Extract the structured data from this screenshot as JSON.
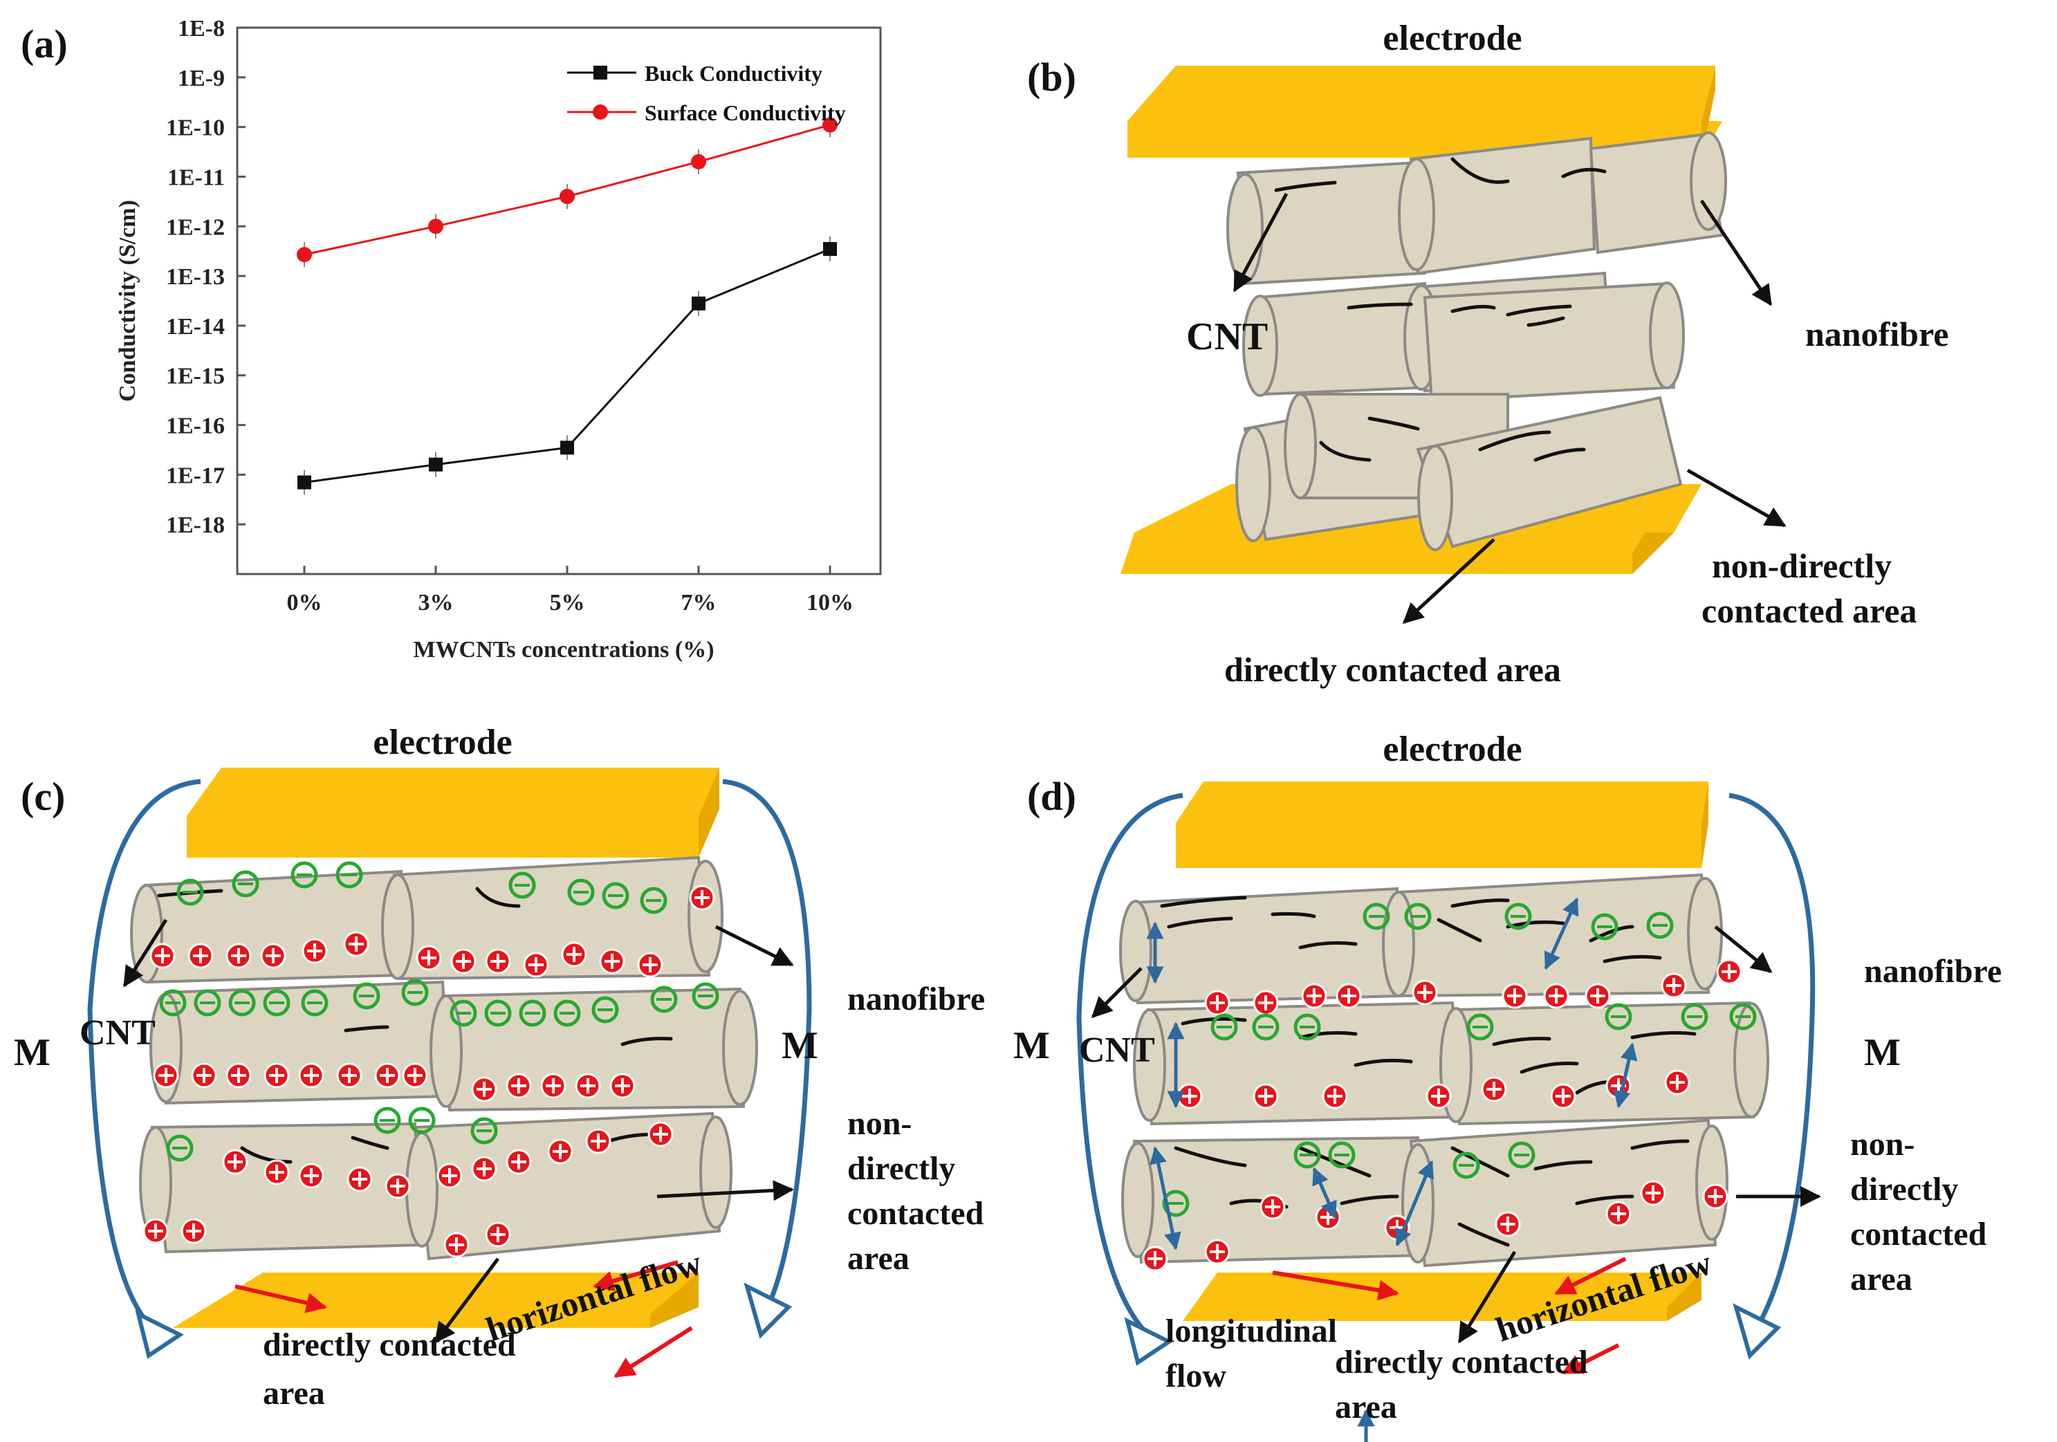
{
  "panels": {
    "a": "(a)",
    "b": "(b)",
    "c": "(c)",
    "d": "(d)"
  },
  "chart_data": {
    "type": "line",
    "title": "",
    "xlabel": "MWCNTs concentrations (%)",
    "ylabel": "Conductivity (S/cm)",
    "categories": [
      "0%",
      "3%",
      "5%",
      "7%",
      "10%"
    ],
    "y_scale": "log",
    "ylim": [
      1e-19,
      1e-08
    ],
    "y_ticks": [
      "1E-8",
      "1E-9",
      "1E-10",
      "1E-11",
      "1E-12",
      "1E-13",
      "1E-14",
      "1E-15",
      "1E-16",
      "1E-17",
      "1E-18"
    ],
    "legend_position": "top-right",
    "series": [
      {
        "name": "Buck Conductivity",
        "color": "#111111",
        "marker": "square",
        "values": [
          7e-18,
          1.6e-17,
          3.5e-17,
          2.8e-14,
          3.5e-13
        ]
      },
      {
        "name": "Surface Conductivity",
        "color": "#e8141b",
        "marker": "circle",
        "values": [
          2.7e-13,
          1e-12,
          4e-12,
          2e-11,
          1.1e-10
        ]
      }
    ]
  },
  "diagrams": {
    "b": {
      "electrode": "electrode",
      "cnt": "CNT",
      "nanofibre": "nanofibre",
      "non_direct": [
        "non-directly",
        "contacted area"
      ],
      "direct": "directly contacted area"
    },
    "c": {
      "electrode": "electrode",
      "cnt": "CNT",
      "nanofibre": "nanofibre",
      "m": "M",
      "non_direct": [
        "non-",
        "directly",
        "contacted",
        "area"
      ],
      "direct": [
        "directly contacted",
        "area"
      ],
      "horizontal_flow": "horizontal flow"
    },
    "d": {
      "electrode": "electrode",
      "cnt": "CNT",
      "nanofibre": "nanofibre",
      "m": "M",
      "non_direct": [
        "non-",
        "directly",
        "contacted",
        "area"
      ],
      "direct": [
        "directly contacted",
        "area"
      ],
      "horizontal_flow": "horizontal flow",
      "longitudinal_flow": [
        "longitudinal",
        "flow"
      ]
    }
  },
  "colors": {
    "electrode": "#fcc10e",
    "electrode_side": "#e8a800",
    "fibre": "#dcd5c1",
    "fibre_edge": "#8c8a86",
    "positive": "#e8141b",
    "negative": "#27a82e",
    "flow_blue": "#2d6a9f",
    "red_arrow": "#e8141b"
  }
}
